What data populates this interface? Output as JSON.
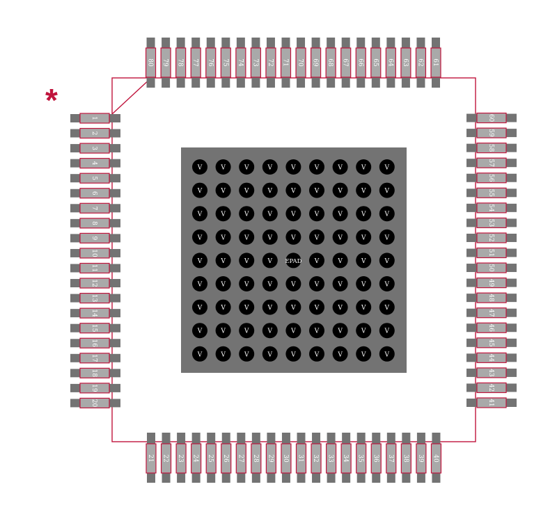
{
  "marker": "*",
  "colors": {
    "copper": "#737373",
    "pad_fill": "#a9a9a9",
    "outline": "#c0143c",
    "via": "#000000",
    "label": "#ffffff",
    "marker": "#c0143c"
  },
  "epad": {
    "label": "EPAD"
  },
  "via_label": "V",
  "via_grid": {
    "rows": 9,
    "cols": 9
  },
  "pads": {
    "left": [
      "1",
      "2",
      "3",
      "4",
      "5",
      "6",
      "7",
      "8",
      "9",
      "10",
      "11",
      "12",
      "13",
      "14",
      "15",
      "16",
      "17",
      "18",
      "19",
      "20"
    ],
    "bottom": [
      "21",
      "22",
      "23",
      "24",
      "25",
      "26",
      "27",
      "28",
      "29",
      "30",
      "31",
      "32",
      "33",
      "34",
      "35",
      "36",
      "37",
      "38",
      "39",
      "40"
    ],
    "right": [
      "41",
      "42",
      "43",
      "44",
      "45",
      "46",
      "47",
      "48",
      "49",
      "50",
      "51",
      "52",
      "53",
      "54",
      "55",
      "56",
      "57",
      "58",
      "59",
      "60"
    ],
    "top": [
      "61",
      "62",
      "63",
      "64",
      "65",
      "66",
      "67",
      "68",
      "69",
      "70",
      "71",
      "72",
      "73",
      "74",
      "75",
      "76",
      "77",
      "78",
      "79",
      "80"
    ]
  }
}
